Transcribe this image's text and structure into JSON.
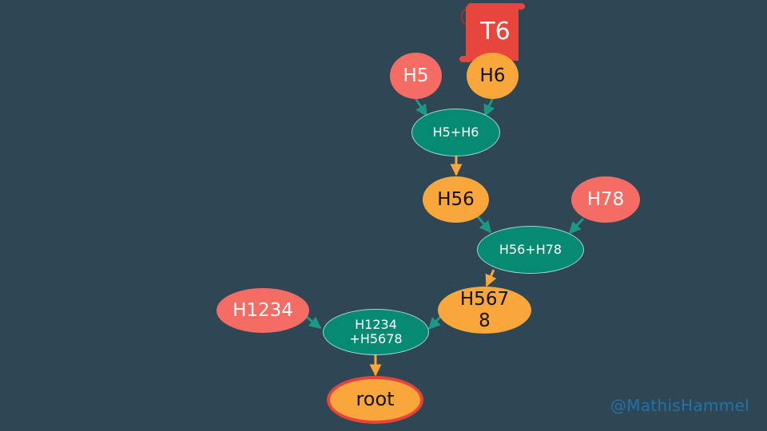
{
  "nodes": {
    "t6": "T6",
    "h5": "H5",
    "h6": "H6",
    "h5_h6": "H5+H6",
    "h56": "H56",
    "h78": "H78",
    "h56_h78": "H56+H78",
    "h5678": "H567\n8",
    "h1234": "H1234",
    "h1234_h5678": "H1234\n+H5678",
    "root": "root"
  },
  "watermark": "@MathisHammel",
  "colors": {
    "background": "#2f4654",
    "leaf_hash": "#f46c64",
    "path_hash": "#f9a63b",
    "combine": "#078a74",
    "scroll": "#e8453c",
    "teal_arrow": "#1a9a86",
    "orange_arrow": "#f9a63b",
    "watermark": "#1f73a8"
  }
}
